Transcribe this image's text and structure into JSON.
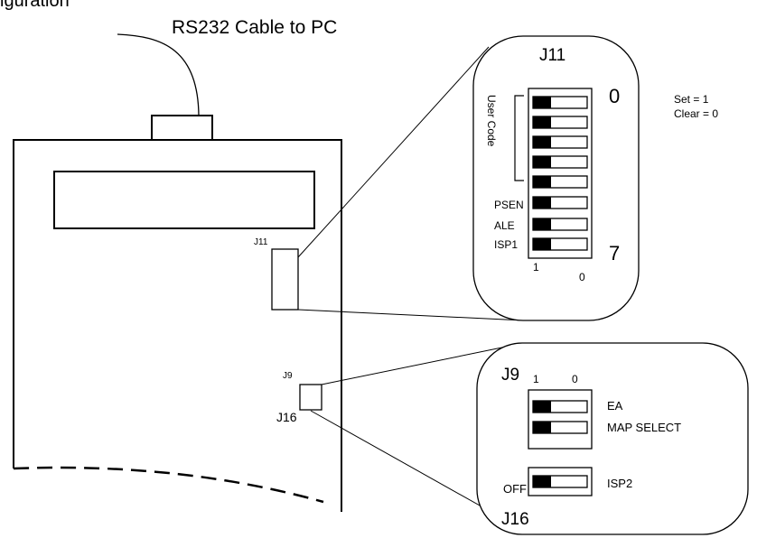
{
  "partial_title": "iguration",
  "cable_label": "RS232 Cable to PC",
  "board": {
    "j11_small_label": "J11",
    "j9_small_label": "J9",
    "j16_small_label": "J16"
  },
  "j11_zoom": {
    "title": "J11",
    "top_number": "0",
    "bottom_number": "7",
    "user_code_label": "User Code",
    "switch_labels": [
      "PSEN",
      "ALE",
      "ISP1"
    ],
    "axis_left": "1",
    "axis_right": "0"
  },
  "legend": {
    "set": "Set = 1",
    "clear": "Clear = 0"
  },
  "j9_zoom": {
    "title": "J9",
    "axis_left": "1",
    "axis_right": "0",
    "ea_label": "EA",
    "map_select_label": "MAP SELECT",
    "off_label": "OFF",
    "isp2_label": "ISP2",
    "j16_title": "J16"
  }
}
